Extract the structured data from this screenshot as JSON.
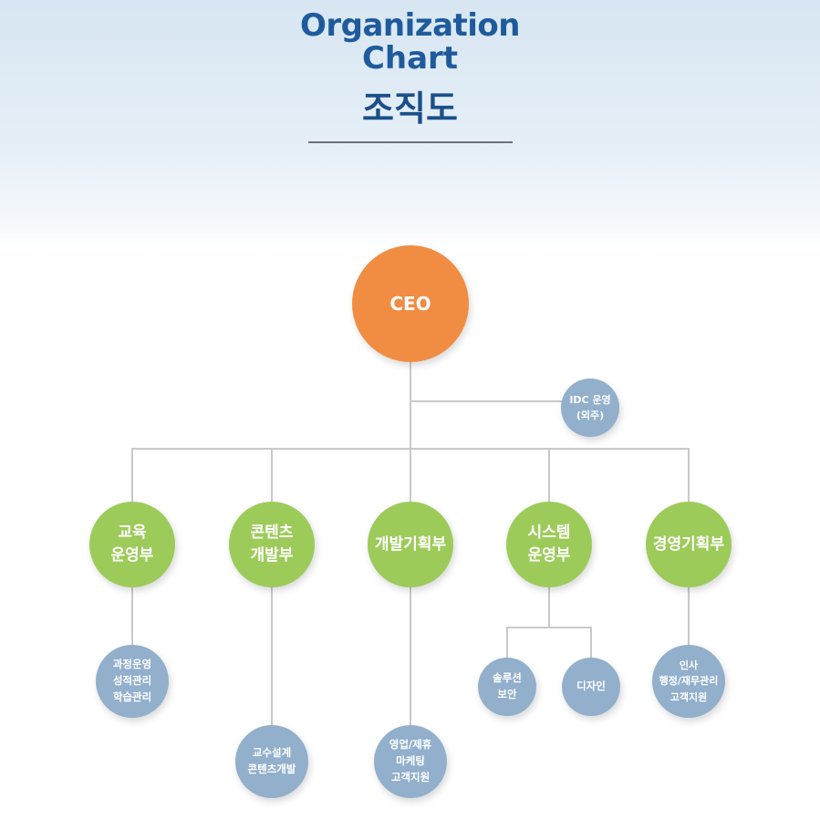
{
  "header": {
    "title_en_1": "Organization",
    "title_en_2": "Chart",
    "title_ko": "조직도"
  },
  "ceo": {
    "label": "CEO"
  },
  "idc": {
    "line1": "IDC 운영",
    "line2": "(외주)"
  },
  "departments": [
    {
      "l1": "교육",
      "l2": "운영부",
      "subs": [
        [
          "과정운영",
          "성적관리",
          "학습관리"
        ]
      ]
    },
    {
      "l1": "콘텐츠",
      "l2": "개발부",
      "subs": [
        [
          "교수설계",
          "콘텐츠개발"
        ]
      ]
    },
    {
      "l1": "개발기획부",
      "l2": "",
      "subs": [
        [
          "영업/제휴",
          "마케팅",
          "고객지원"
        ]
      ]
    },
    {
      "l1": "시스템",
      "l2": "운영부",
      "subs": [
        [
          "솔루션",
          "보안"
        ],
        [
          "디자인"
        ]
      ]
    },
    {
      "l1": "경영기획부",
      "l2": "",
      "subs": [
        [
          "인사",
          "행정/재무관리",
          "고객지원"
        ]
      ]
    }
  ],
  "colors": {
    "ceo": "#f08d43",
    "dept": "#9dcb5a",
    "sub": "#92afcc",
    "title": "#1f5b9c"
  }
}
